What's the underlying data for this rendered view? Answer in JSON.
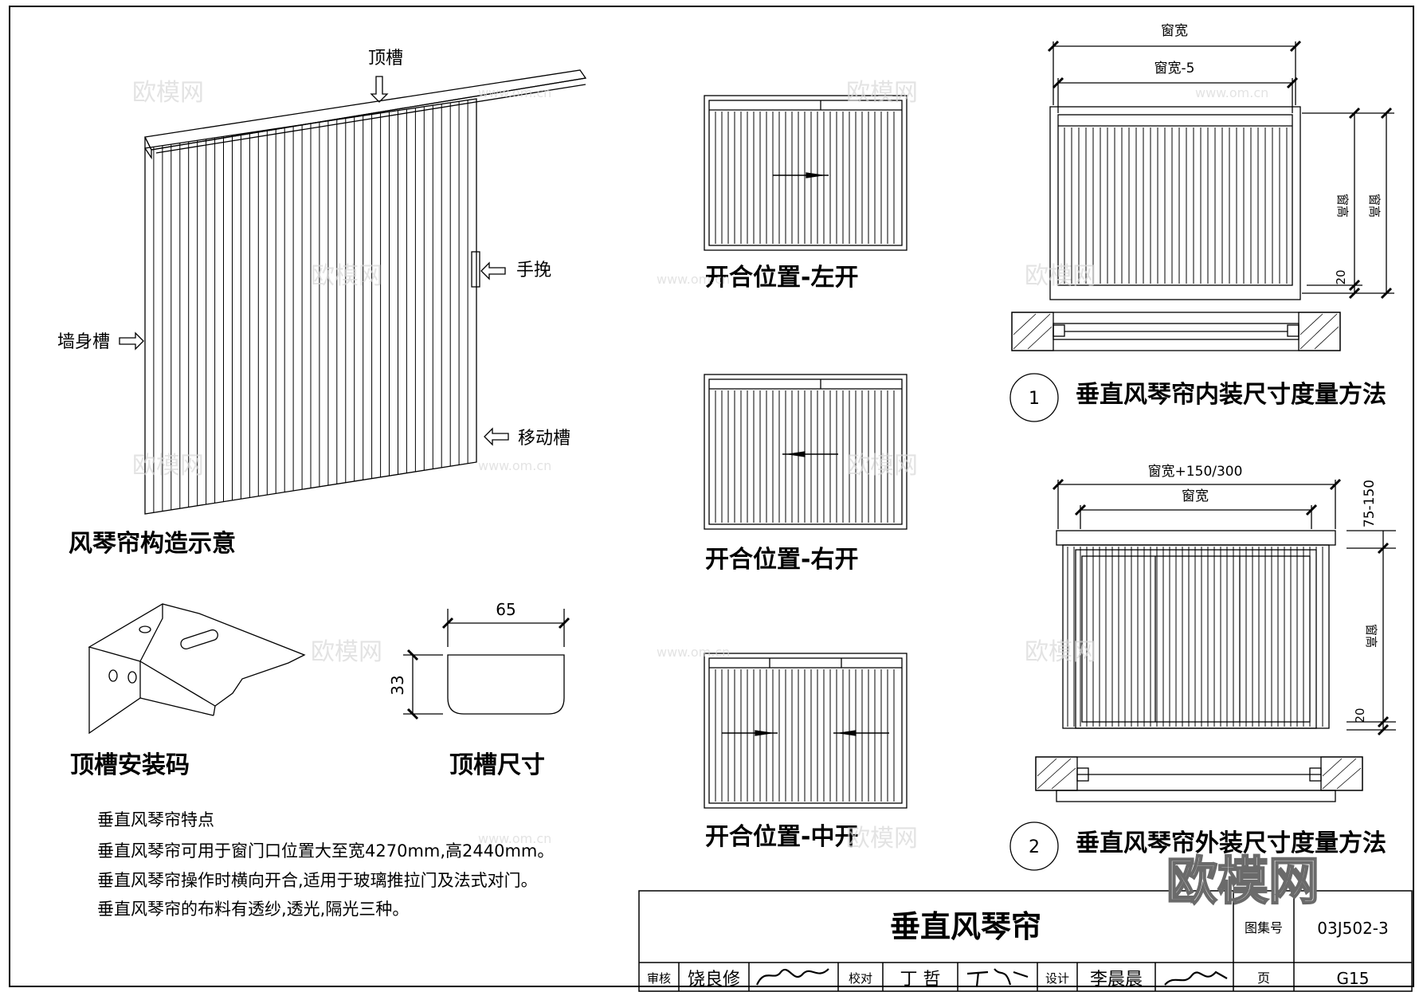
{
  "perspective": {
    "top_rail_label": "顶槽",
    "handle_label": "手挽",
    "wall_track_label": "墙身槽",
    "moving_track_label": "移动槽",
    "title": "风琴帘构造示意"
  },
  "bracket": {
    "title": "顶槽安装码"
  },
  "rail_size": {
    "title": "顶槽尺寸",
    "width_dim": "65",
    "height_dim": "33"
  },
  "notes": {
    "heading": "垂直风琴帘特点",
    "lines": [
      "垂直风琴帘可用于窗门口位置大至宽4270mm,高2440mm。",
      "垂直风琴帘操作时横向开合,适用于玻璃推拉门及法式对门。",
      "垂直风琴帘的布料有透纱,透光,隔光三种。"
    ]
  },
  "positions": [
    {
      "label": "开合位置-左开"
    },
    {
      "label": "开合位置-右开"
    },
    {
      "label": "开合位置-中开"
    }
  ],
  "detail1": {
    "number": "1",
    "title": "垂直风琴帘内装尺寸度量方法",
    "dim_top": "窗宽",
    "dim_second": "窗宽-5",
    "dim_right_inner": "窗高",
    "dim_right_outer": "窗高",
    "dim_bottom": "20"
  },
  "detail2": {
    "number": "2",
    "title": "垂直风琴帘外装尺寸度量方法",
    "dim_top": "窗宽+150/300",
    "dim_second": "窗宽",
    "dim_right_top": "75-150",
    "dim_right": "窗高",
    "dim_bottom": "20"
  },
  "title_block": {
    "drawing_title": "垂直风琴帘",
    "atlas_label": "图集号",
    "atlas_no": "03J502-3",
    "review_label": "审核",
    "reviewer": "饶良修",
    "check_label": "校对",
    "checker": "丁 哲",
    "design_label": "设计",
    "designer": "李晨晨",
    "page_label": "页",
    "page_no": "G15"
  },
  "watermark": {
    "brand": "欧模网",
    "site": "www.om.cn"
  },
  "colors": {
    "line": "#000000",
    "watermark": "#d8d8d8"
  }
}
